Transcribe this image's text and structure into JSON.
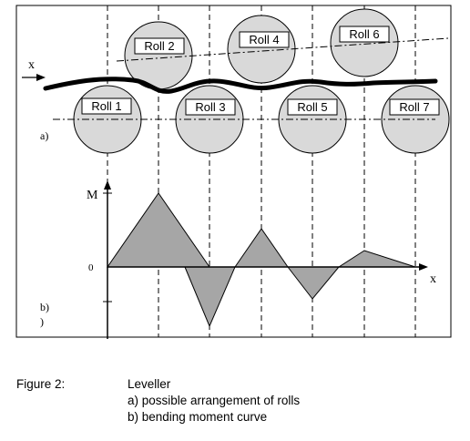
{
  "diagram": {
    "x_axis_label_top": "x",
    "panel_a_label": "a)",
    "panel_b_label": "b)",
    "panel_b_extra": ")",
    "moment_axis_label": "M",
    "moment_zero_label": "0",
    "moment_x_label": "x",
    "rolls_top": [
      {
        "label": "Roll 2"
      },
      {
        "label": "Roll 4"
      },
      {
        "label": "Roll 6"
      }
    ],
    "rolls_bottom": [
      {
        "label": "Roll 1"
      },
      {
        "label": "Roll 3"
      },
      {
        "label": "Roll 5"
      },
      {
        "label": "Roll 7"
      }
    ],
    "colors": {
      "roll_fill": "#d9d9d9",
      "moment_fill": "#a6a6a6",
      "line": "#000000"
    }
  },
  "caption": {
    "label": "Figure 2:",
    "title": "Leveller",
    "line_a": "a) possible arrangement of rolls",
    "line_b": "b) bending moment curve"
  }
}
